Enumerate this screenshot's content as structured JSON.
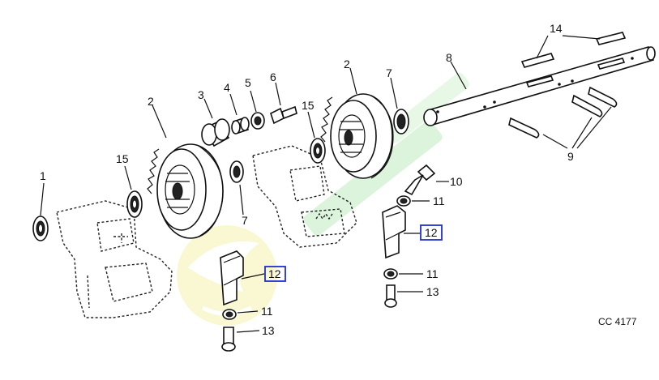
{
  "diagram": {
    "figure_code": "CC 4177",
    "callouts": {
      "c1": "1",
      "c2a": "2",
      "c2b": "2",
      "c3": "3",
      "c4": "4",
      "c5": "5",
      "c6": "6",
      "c7a": "7",
      "c7b": "7",
      "c8": "8",
      "c9": "9",
      "c10": "10",
      "c11a": "11",
      "c11b": "11",
      "c11c": "11",
      "c12a": "12",
      "c12b": "12",
      "c13a": "13",
      "c13b": "13",
      "c14": "14",
      "c15a": "15",
      "c15b": "15"
    },
    "highlight_color": "#1f2fd0",
    "watermark_colors": [
      "#f2f2a8",
      "#9ee29e"
    ]
  }
}
